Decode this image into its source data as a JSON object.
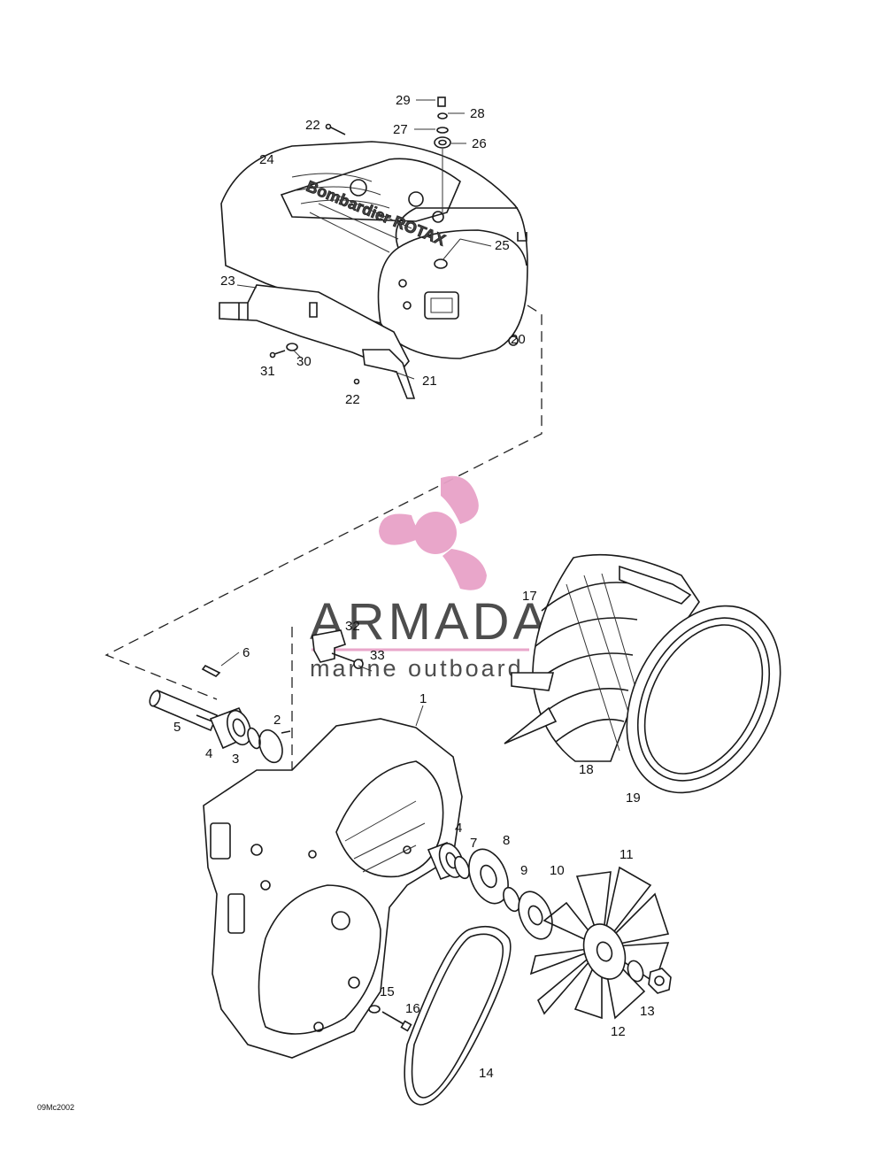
{
  "diagram": {
    "drawing_code": "09Mc2002",
    "callouts": {
      "c1": "1",
      "c2": "2",
      "c3": "3",
      "c4a": "4",
      "c4b": "4",
      "c5": "5",
      "c6": "6",
      "c7": "7",
      "c8": "8",
      "c9": "9",
      "c10": "10",
      "c11": "11",
      "c12": "12",
      "c13": "13",
      "c14": "14",
      "c15": "15",
      "c16": "16",
      "c17": "17",
      "c18": "18",
      "c19": "19",
      "c20": "20",
      "c21": "21",
      "c22a": "22",
      "c22b": "22",
      "c23": "23",
      "c24": "24",
      "c25": "25",
      "c26": "26",
      "c27": "27",
      "c28": "28",
      "c29": "29",
      "c30": "30",
      "c31": "31",
      "c32": "32",
      "c33": "33"
    },
    "cover_lettering": "Bombardier ROTAX"
  },
  "watermark": {
    "brand": "ARMADA",
    "tagline": "marine outboard",
    "color": "#e8a2c8"
  }
}
